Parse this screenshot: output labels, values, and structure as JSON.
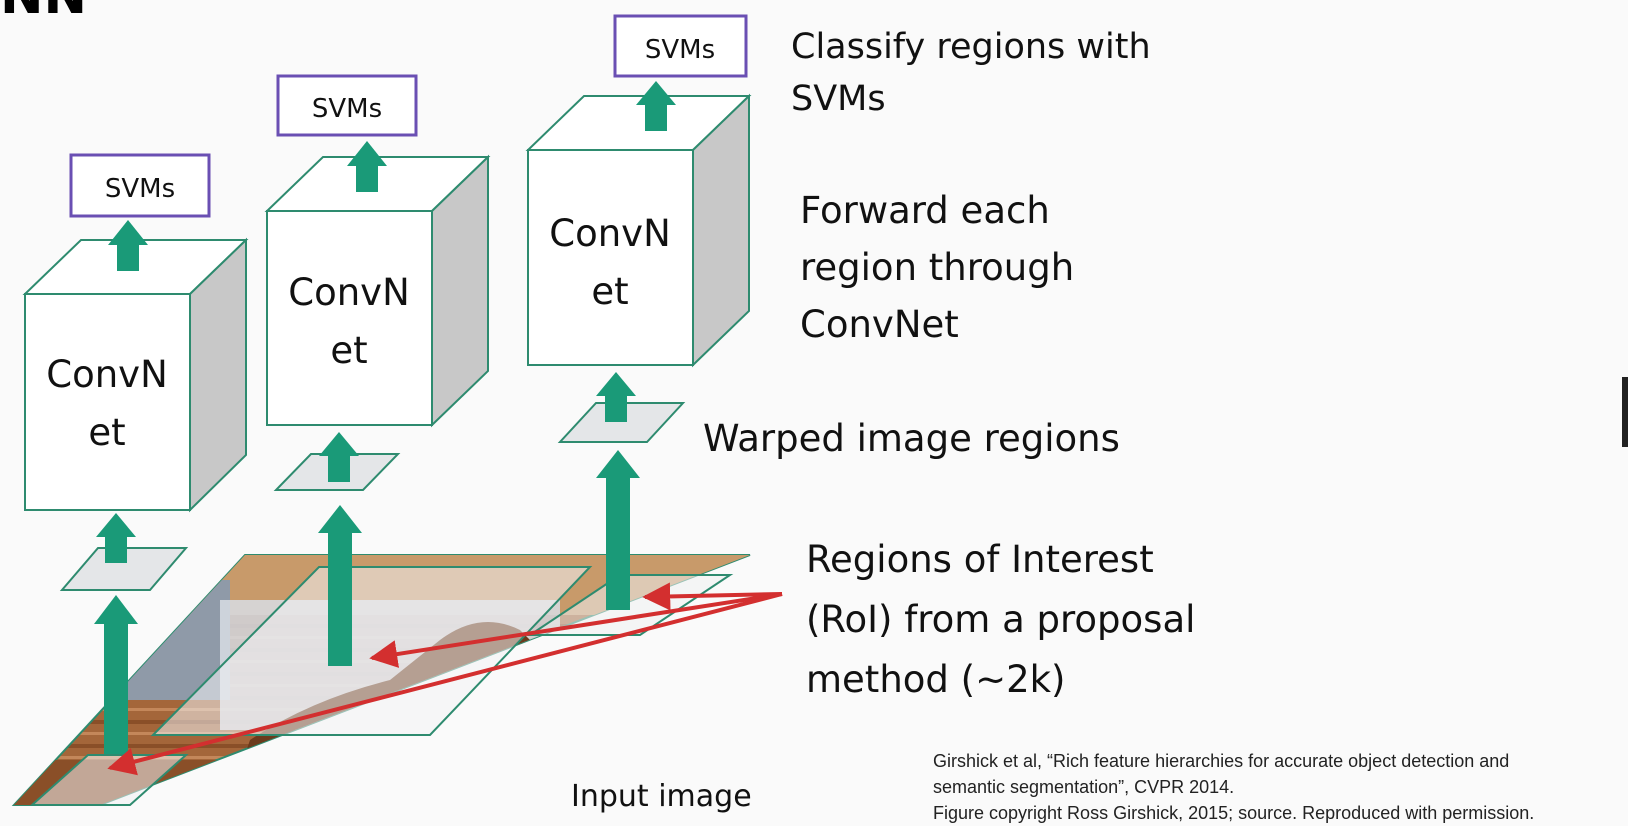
{
  "corner_title": "NN",
  "labels": {
    "classify": [
      "Classify regions with",
      "SVMs"
    ],
    "forward": [
      "Forward each",
      "region through",
      "ConvNet"
    ],
    "warped": "Warped image regions",
    "roi": [
      "Regions of Interest",
      "(RoI) from a proposal",
      "method (~2k)"
    ],
    "input_image": "Input image"
  },
  "convnets": [
    {
      "svm_label": "SVMs",
      "net_label": [
        "ConvN",
        "et"
      ]
    },
    {
      "svm_label": "SVMs",
      "net_label": [
        "ConvN",
        "et"
      ]
    },
    {
      "svm_label": "SVMs",
      "net_label": [
        "ConvN",
        "et"
      ]
    }
  ],
  "citation": [
    "Girshick et al, “Rich feature hierarchies for accurate object detection and",
    "semantic segmentation”, CVPR 2014.",
    "Figure copyright Ross Girshick, 2015; source. Reproduced with permission."
  ],
  "colors": {
    "arrow": "#1a9a78",
    "box_edge": "#2e8b6f",
    "svm_border": "#6a4fb3",
    "roi_arrow": "#d32f2f",
    "side_face": "#c8c8c8"
  }
}
